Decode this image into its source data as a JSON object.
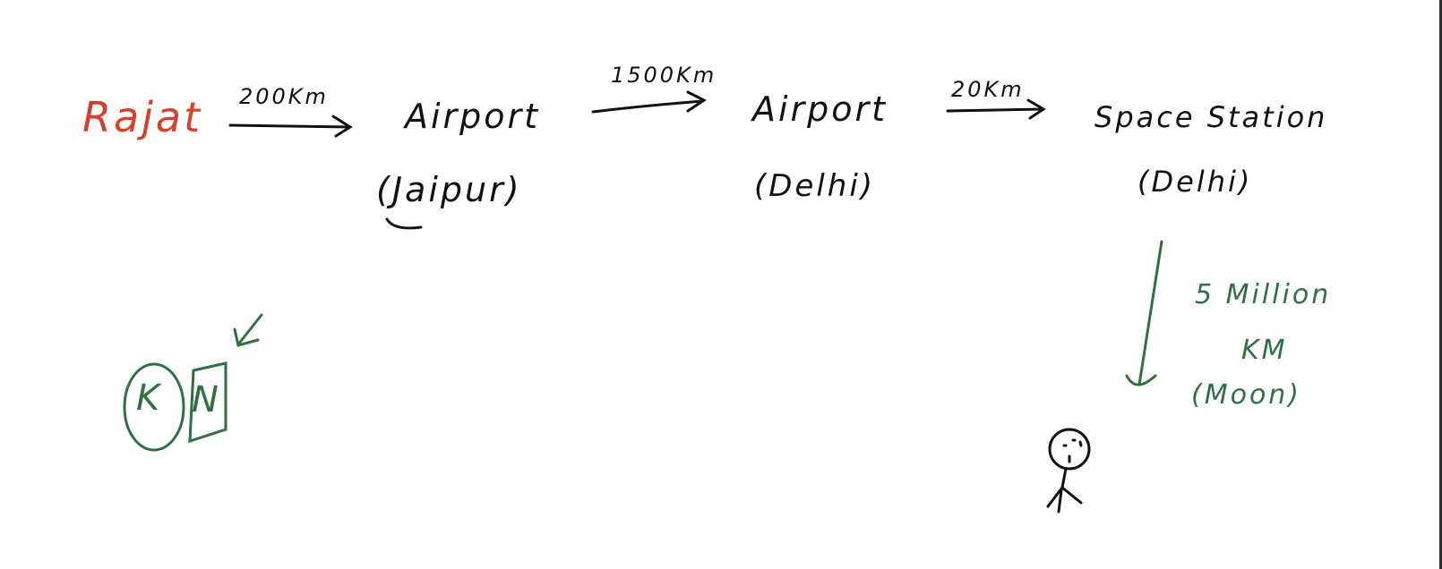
{
  "colors": {
    "ink": "#111111",
    "red": "#d9402b",
    "green": "#2e7040"
  },
  "nodes": {
    "person": "Rajat",
    "jaipur_airport": {
      "title": "Airport",
      "subtitle": "(Jaipur)"
    },
    "delhi_airport": {
      "title": "Airport",
      "subtitle": "(Delhi)"
    },
    "space_station": {
      "title": "Space Station",
      "subtitle": "(Delhi)"
    }
  },
  "edges": {
    "rajat_to_jaipur": "200Km",
    "jaipur_to_delhi": "1500Km",
    "delhi_to_station": "20Km",
    "station_to_moon": {
      "line1": "5 Million",
      "line2": "KM",
      "line3": "(Moon)"
    }
  },
  "badge": {
    "letter1": "K",
    "letter2": "N"
  }
}
